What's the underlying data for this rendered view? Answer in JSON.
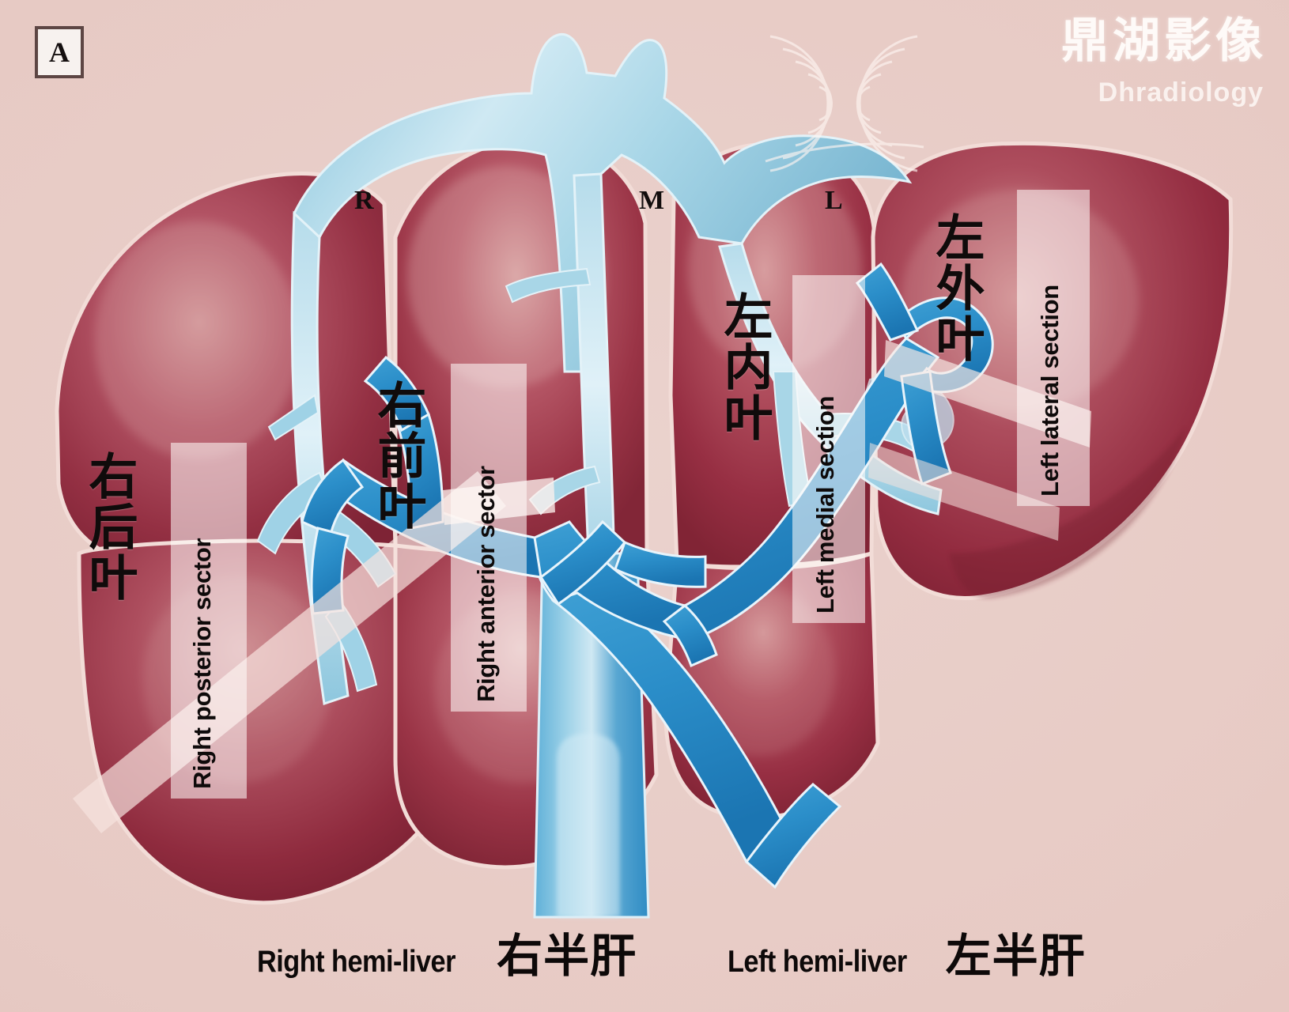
{
  "panel": {
    "letter": "A"
  },
  "watermark": {
    "chinese": "鼎湖影像",
    "english": "Dhradiology",
    "rings_icon": "concentric-arc-rings"
  },
  "vein_markers": [
    {
      "id": "R",
      "label": "R",
      "vessel": "right hepatic vein"
    },
    {
      "id": "M",
      "label": "M",
      "vessel": "middle hepatic vein"
    },
    {
      "id": "L",
      "label": "L",
      "vessel": "left hepatic vein"
    }
  ],
  "sections": [
    {
      "id": "right-posterior",
      "chinese": "右后叶",
      "english": "Right posterior sector"
    },
    {
      "id": "right-anterior",
      "chinese": "右前叶",
      "english": "Right anterior sector"
    },
    {
      "id": "left-medial",
      "chinese": "左内叶",
      "english": "Left medial section"
    },
    {
      "id": "left-lateral",
      "chinese": "左外叶",
      "english": "Left lateral section"
    }
  ],
  "hemilivers": [
    {
      "id": "right",
      "english": "Right hemi-liver",
      "chinese": "右半肝"
    },
    {
      "id": "left",
      "english": "Left hemi-liver",
      "chinese": "左半肝"
    }
  ],
  "colors": {
    "background": "#e9cfca",
    "liver_deep": "#8e2a3c",
    "liver_mid": "#a8374b",
    "liver_highlight": "#d99a9c",
    "hepatic_vein": "#9fd2e6",
    "hepatic_vein_light": "#d7edf6",
    "portal_vein": "#2e8fc8",
    "portal_vein_deep": "#1d74ae",
    "label_box": "rgba(255,251,249,0.56)",
    "text": "#100b0b"
  }
}
